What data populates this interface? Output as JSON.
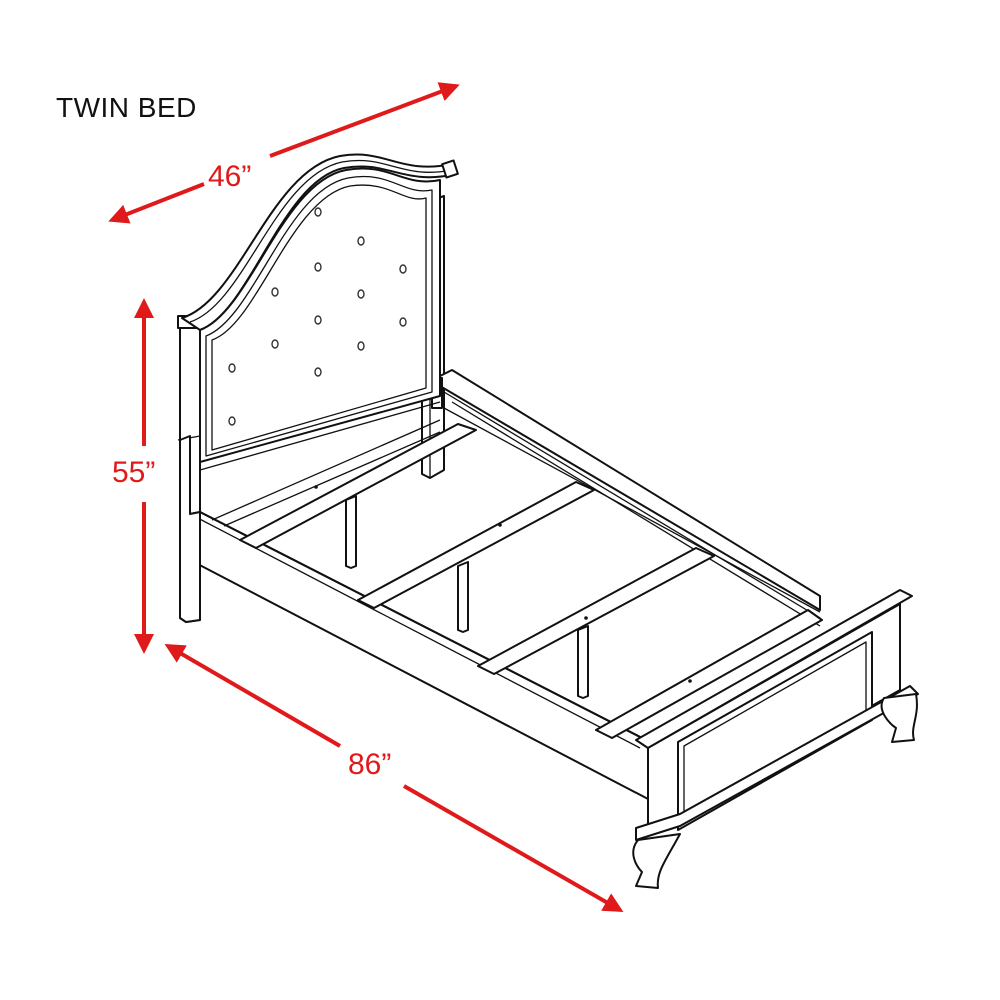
{
  "diagram": {
    "title": "TWIN BED",
    "dimensions": {
      "width": {
        "label": "46”",
        "axis": "headboard width"
      },
      "height": {
        "label": "55”",
        "axis": "headboard height"
      },
      "length": {
        "label": "86”",
        "axis": "bed length"
      }
    },
    "annotation_color": "#e0191b",
    "line_color": "#111111",
    "components": [
      "headboard",
      "footboard",
      "side-rails",
      "slats",
      "center-support-legs",
      "cabriole-feet"
    ]
  }
}
